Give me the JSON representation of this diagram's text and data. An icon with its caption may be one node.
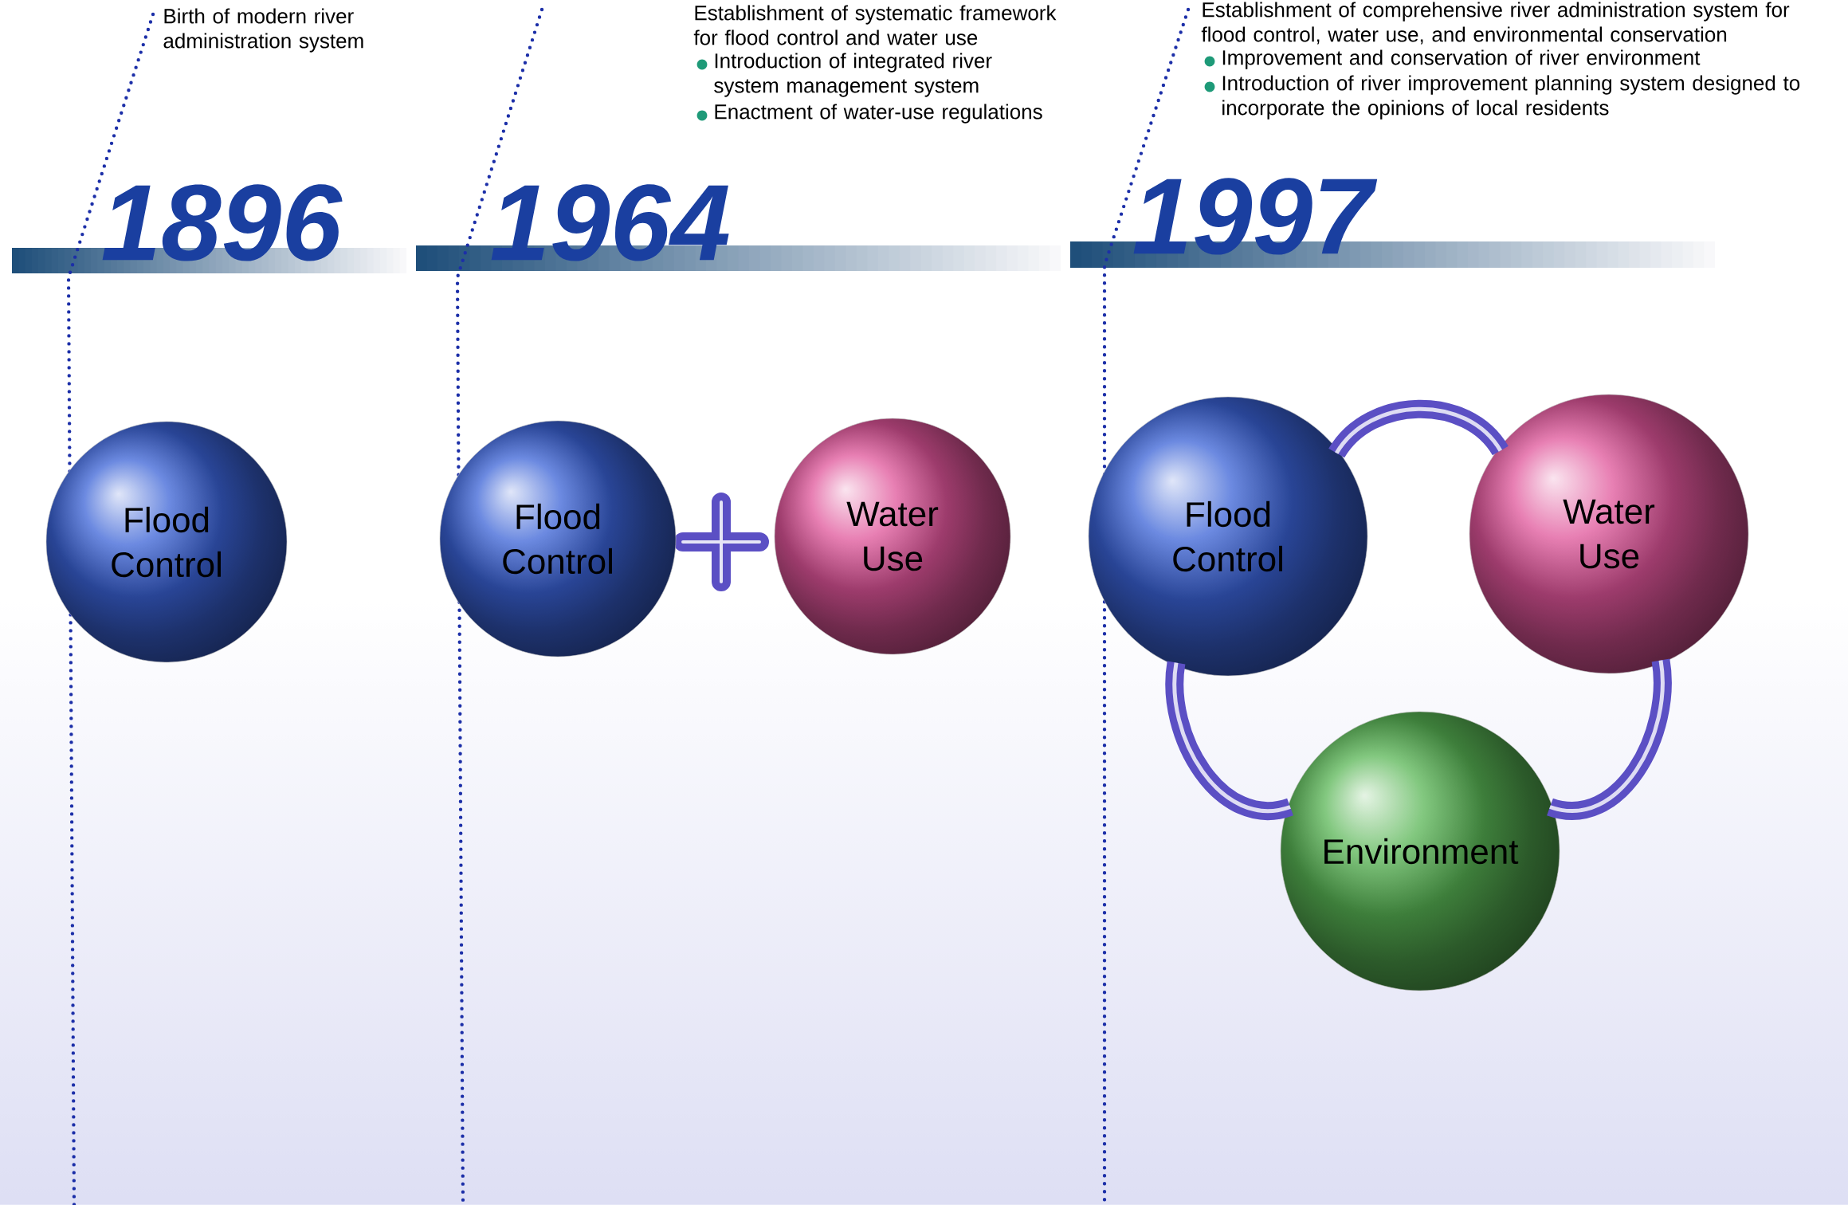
{
  "diagram": {
    "nodes": [
      {
        "text": [
          "Flood Control"
        ]
      },
      {
        "text": [
          "Flood Control"
        ]
      },
      {
        "text": [
          "Water Use"
        ]
      },
      {
        "text": [
          "Flood Control"
        ]
      },
      {
        "text": [
          "Water Use"
        ]
      },
      {
        "text": [
          "Environment"
        ]
      }
    ],
    "edges": [
      {
        "from": 3,
        "to": 4,
        "arrow": "none"
      },
      {
        "from": 3,
        "to": 5,
        "arrow": "none"
      },
      {
        "from": 4,
        "to": 5,
        "arrow": "none"
      }
    ],
    "labels": [
      "Birth of modern river administration system",
      "1896",
      "Establishment of systematic framework for flood control and water use",
      "Introduction of integrated river system management system",
      "Enactment of water-use regulations",
      "1964",
      "Establishment of comprehensive river administration system for flood control, water use, and environmental conservation",
      "Improvement and conservation of river environment",
      "Introduction of river improvement planning system designed to incorporate the opinions of local residents",
      "1997"
    ]
  }
}
